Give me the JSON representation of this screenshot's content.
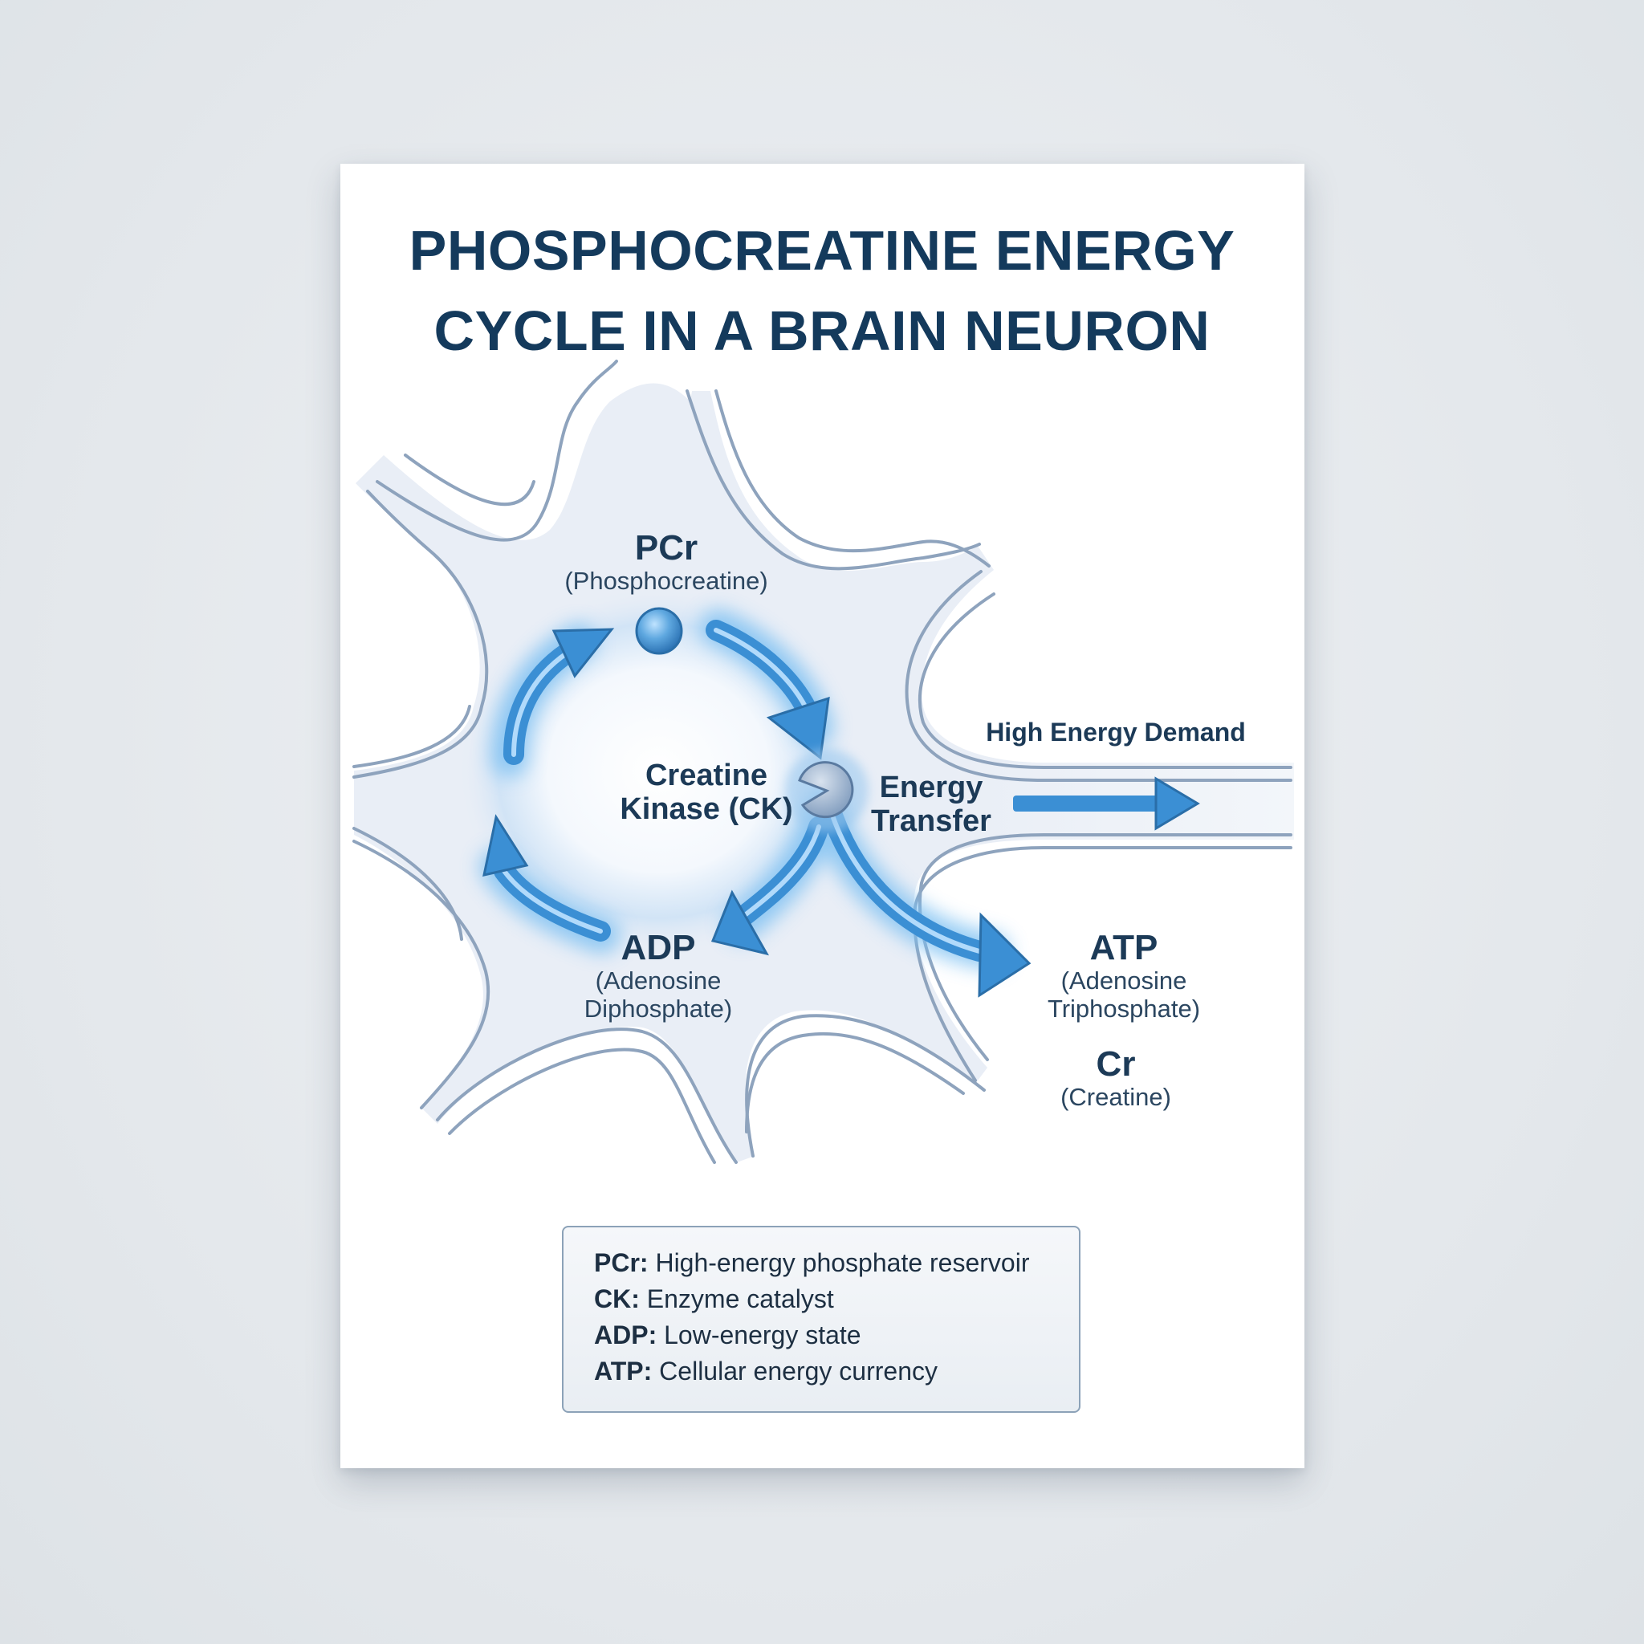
{
  "title": {
    "line1": "PHOSPHOCREATINE ENERGY",
    "line2": "CYCLE IN A BRAIN NEURON"
  },
  "nodes": {
    "pcr": {
      "name": "PCr",
      "full": "(Phosphocreatine)"
    },
    "ck": {
      "line1": "Creatine",
      "line2": "Kinase (CK)"
    },
    "adp": {
      "name": "ADP",
      "full_line1": "(Adenosine",
      "full_line2": "Diphosphate)"
    },
    "atp": {
      "name": "ATP",
      "full_line1": "(Adenosine",
      "full_line2": "Triphosphate)"
    },
    "cr": {
      "name": "Cr",
      "full": "(Creatine)"
    }
  },
  "energy_transfer": {
    "line1": "Energy",
    "line2": "Transfer"
  },
  "demand": "High Energy Demand",
  "legend": [
    {
      "key": "PCr:",
      "text": "High-energy phosphate reservoir"
    },
    {
      "key": "CK:",
      "text": "Enzyme catalyst"
    },
    {
      "key": "ADP:",
      "text": "Low-energy state"
    },
    {
      "key": "ATP:",
      "text": "Cellular energy currency"
    }
  ],
  "colors": {
    "title": "#143a5c",
    "arrow_blue": "#3b8fd4",
    "membrane": "#8ea3bd",
    "cytoplasm": "#e9eef6"
  }
}
